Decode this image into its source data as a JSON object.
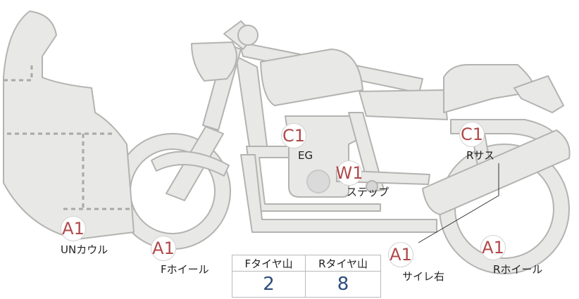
{
  "colors": {
    "part_fill": "#e8e8e6",
    "part_stroke": "#b3b3b1",
    "marker_text": "#b0494a",
    "value_text": "#2d4d7d",
    "dashed_line": "#a9a9a9"
  },
  "markers": {
    "cowl": {
      "code": "A1",
      "label": "UNカウル"
    },
    "front_wheel": {
      "code": "A1",
      "label": "Fホイール"
    },
    "engine": {
      "code": "C1",
      "label": "EG"
    },
    "step": {
      "code": "W1",
      "label": "ステップ"
    },
    "rear_suspension": {
      "code": "C1",
      "label": "Rサス"
    },
    "silencer": {
      "code": "A1",
      "label": "サイレ右"
    },
    "rear_wheel": {
      "code": "A1",
      "label": "Rホイール"
    }
  },
  "tire_tread": {
    "headers": [
      "Fタイヤ山",
      "Rタイヤ山"
    ],
    "values": [
      "2",
      "8"
    ]
  }
}
